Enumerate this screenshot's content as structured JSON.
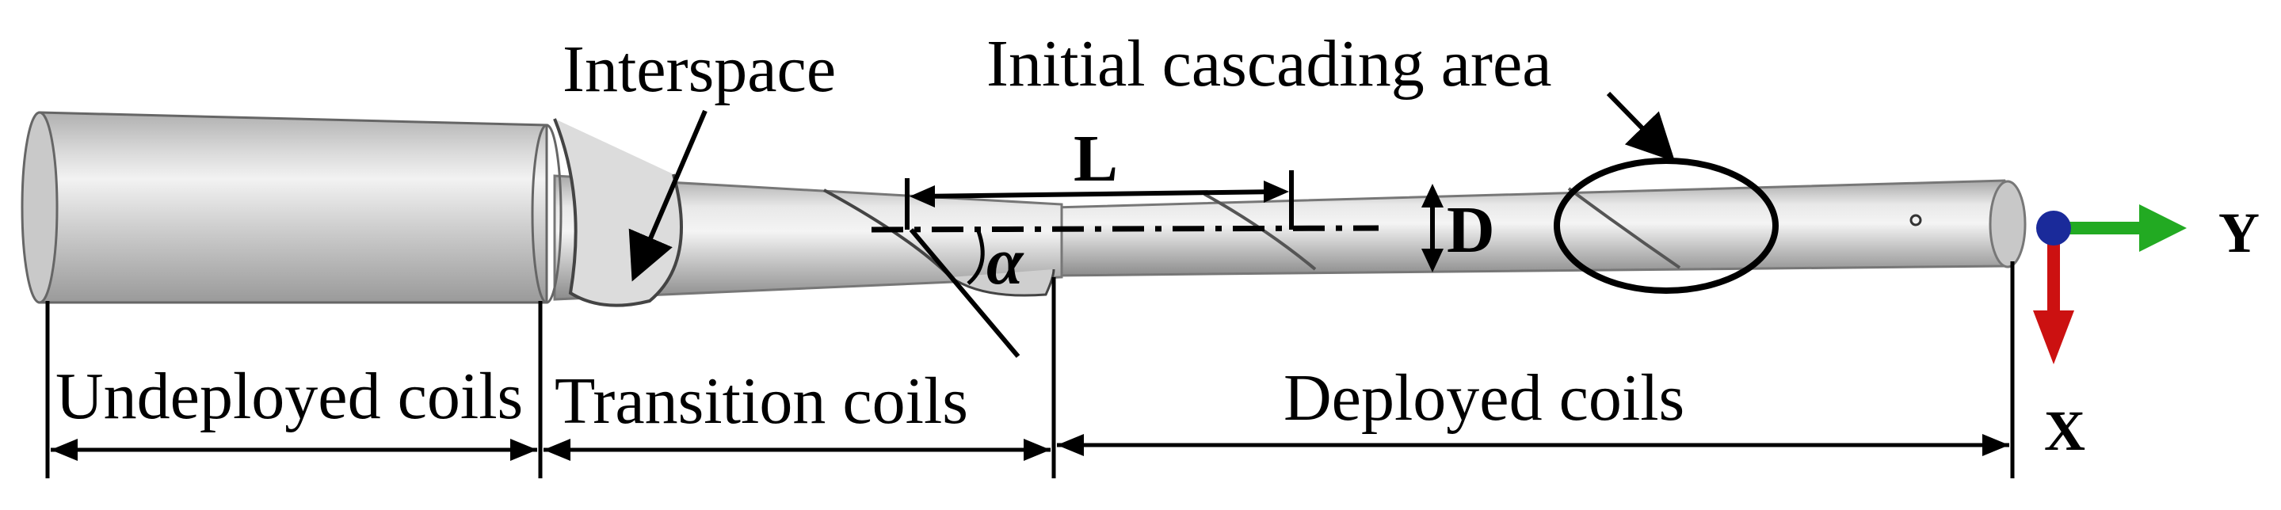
{
  "labels": {
    "interspace": "Interspace",
    "initial_cascading_area": "Initial cascading area",
    "length": "L",
    "diameter": "D",
    "angle": "α",
    "undeployed": "Undeployed coils",
    "transition": "Transition coils",
    "deployed": "Deployed coils",
    "axis_y": "Y",
    "axis_x": "X"
  },
  "colors": {
    "cylinder_light": "#e6e6e6",
    "cylinder_mid": "#bdbdbd",
    "cylinder_dark": "#8a8a8a",
    "line": "#000000",
    "axis_y_arrow": "#22aa22",
    "axis_x_arrow": "#cc1111",
    "origin_dot": "#1a2a9a"
  }
}
